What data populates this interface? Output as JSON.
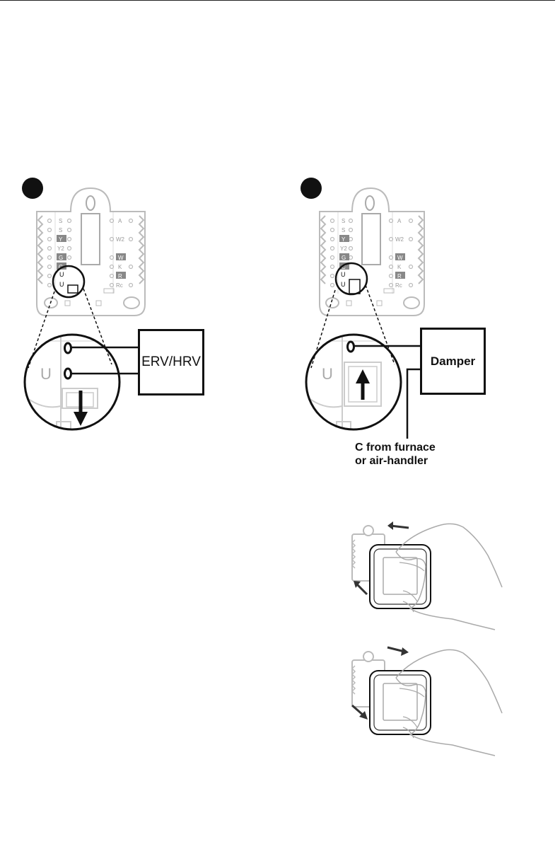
{
  "page": {
    "left_panel": {
      "box_label": "ERV/HRV",
      "terminals_left": [
        "S",
        "S",
        "Y",
        "Y2",
        "G",
        "C",
        "U",
        "U"
      ],
      "terminals_right": [
        "A",
        "W2",
        "W",
        "K",
        "R",
        "Rc"
      ],
      "zoom_label": "U"
    },
    "right_panel": {
      "box_label": "Damper",
      "terminals_left": [
        "S",
        "S",
        "Y",
        "Y2",
        "G",
        "C",
        "U",
        "U"
      ],
      "terminals_right": [
        "A",
        "W2",
        "W",
        "K",
        "R",
        "Rc"
      ],
      "zoom_label": "U",
      "caption_line1": "C from furnace",
      "caption_line2": "or air-handler"
    }
  }
}
